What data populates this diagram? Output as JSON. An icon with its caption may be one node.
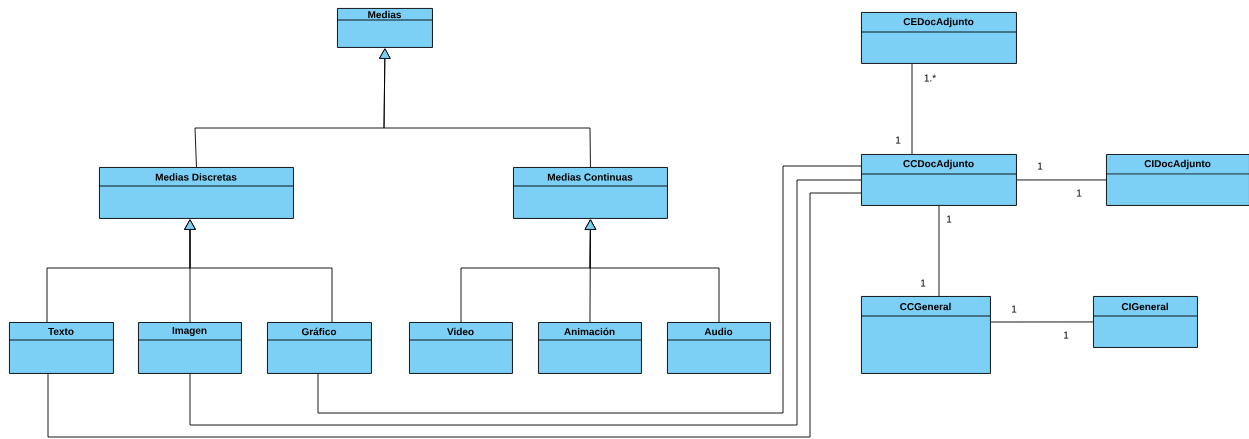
{
  "diagram": {
    "nodes": [
      {
        "text": [
          "Medias"
        ]
      },
      {
        "text": [
          "Medias Discretas"
        ]
      },
      {
        "text": [
          "Medias Continuas"
        ]
      },
      {
        "text": [
          "Texto"
        ]
      },
      {
        "text": [
          "Imagen"
        ]
      },
      {
        "text": [
          "Gráfico"
        ]
      },
      {
        "text": [
          "Video"
        ]
      },
      {
        "text": [
          "Animación"
        ]
      },
      {
        "text": [
          "Audio"
        ]
      },
      {
        "text": [
          "CEDocAdjunto"
        ]
      },
      {
        "text": [
          "CCDocAdjunto"
        ]
      },
      {
        "text": [
          "CIDocAdjunto"
        ]
      },
      {
        "text": [
          "CCGeneral"
        ]
      },
      {
        "text": [
          "CIGeneral"
        ]
      }
    ],
    "edges": [
      {
        "from": 1,
        "to": 0,
        "arrow": "to"
      },
      {
        "from": 2,
        "to": 0,
        "arrow": "to"
      },
      {
        "from": 3,
        "to": 1,
        "arrow": "to"
      },
      {
        "from": 4,
        "to": 1,
        "arrow": "to"
      },
      {
        "from": 5,
        "to": 1,
        "arrow": "to"
      },
      {
        "from": 6,
        "to": 2,
        "arrow": "to"
      },
      {
        "from": 7,
        "to": 2,
        "arrow": "to"
      },
      {
        "from": 8,
        "to": 2,
        "arrow": "to"
      },
      {
        "from": 9,
        "to": 10,
        "arrow": "none"
      },
      {
        "from": 10,
        "to": 11,
        "arrow": "none"
      },
      {
        "from": 10,
        "to": 12,
        "arrow": "none"
      },
      {
        "from": 12,
        "to": 13,
        "arrow": "none"
      },
      {
        "from": 5,
        "to": 10,
        "arrow": "none"
      },
      {
        "from": 4,
        "to": 10,
        "arrow": "none"
      },
      {
        "from": 3,
        "to": 10,
        "arrow": "none"
      }
    ],
    "labels": [
      "1.*",
      "1",
      "1",
      "1",
      "1",
      "1",
      "1",
      "1"
    ]
  }
}
